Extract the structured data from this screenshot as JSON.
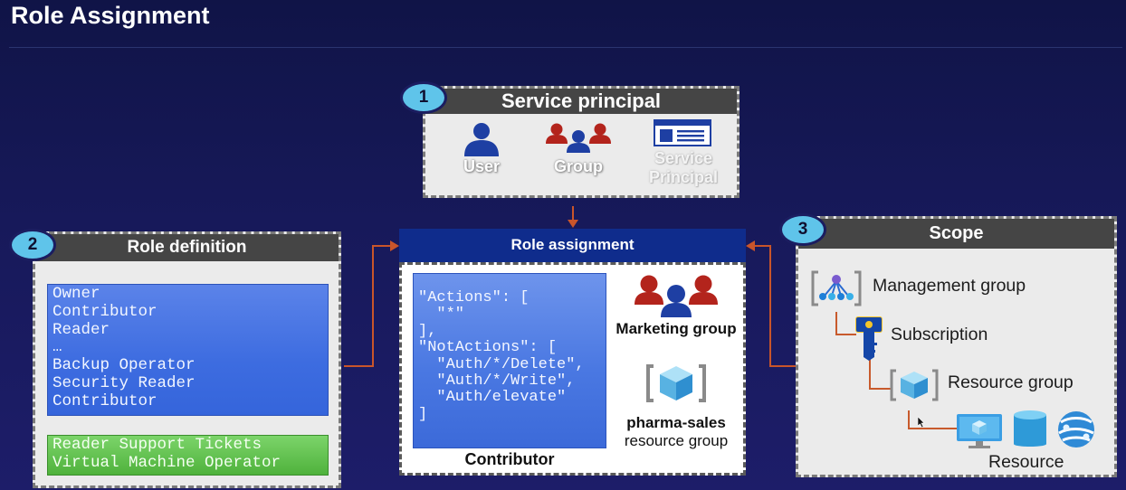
{
  "title": "Role Assignment",
  "service_principal": {
    "badge": "1",
    "heading": "Service principal",
    "items": [
      {
        "label": "User",
        "icon": "user-icon"
      },
      {
        "label": "Group",
        "icon": "group-icon"
      },
      {
        "label_line1": "Service",
        "label_line2": "Principal",
        "icon": "service-principal-card-icon"
      }
    ]
  },
  "role_definition": {
    "badge": "2",
    "heading": "Role definition",
    "builtin_roles": [
      "Owner",
      "Contributor",
      "Reader",
      "…",
      "Backup Operator",
      "Security Reader",
      "Contributor"
    ],
    "custom_roles": [
      "Reader Support Tickets",
      "Virtual Machine Operator"
    ]
  },
  "role_assignment": {
    "heading": "Role assignment",
    "code_lines": [
      "\"Actions\": [",
      "  \"*\"",
      "],",
      "\"NotActions\": [",
      "  \"Auth/*/Delete\",",
      "  \"Auth/*/Write\",",
      "  \"Auth/elevate\"",
      "]"
    ],
    "role_name": "Contributor",
    "group_label": "Marketing group",
    "rg_name": "pharma-sales",
    "rg_sub": "resource group"
  },
  "scope": {
    "badge": "3",
    "heading": "Scope",
    "management_group": "Management group",
    "subscription": "Subscription",
    "resource_group": "Resource group",
    "resource": "Resource"
  },
  "colors": {
    "background": "#15185a",
    "badge": "#5fc4ea",
    "panel_header": "#454545",
    "role_assignment_header": "#0f2c8c",
    "role_list_blue": "#3d6ce0",
    "role_list_green": "#4fb23c",
    "connector_orange": "#c9552a",
    "user_blue": "#1e3fa3",
    "group_red": "#b3241c"
  }
}
